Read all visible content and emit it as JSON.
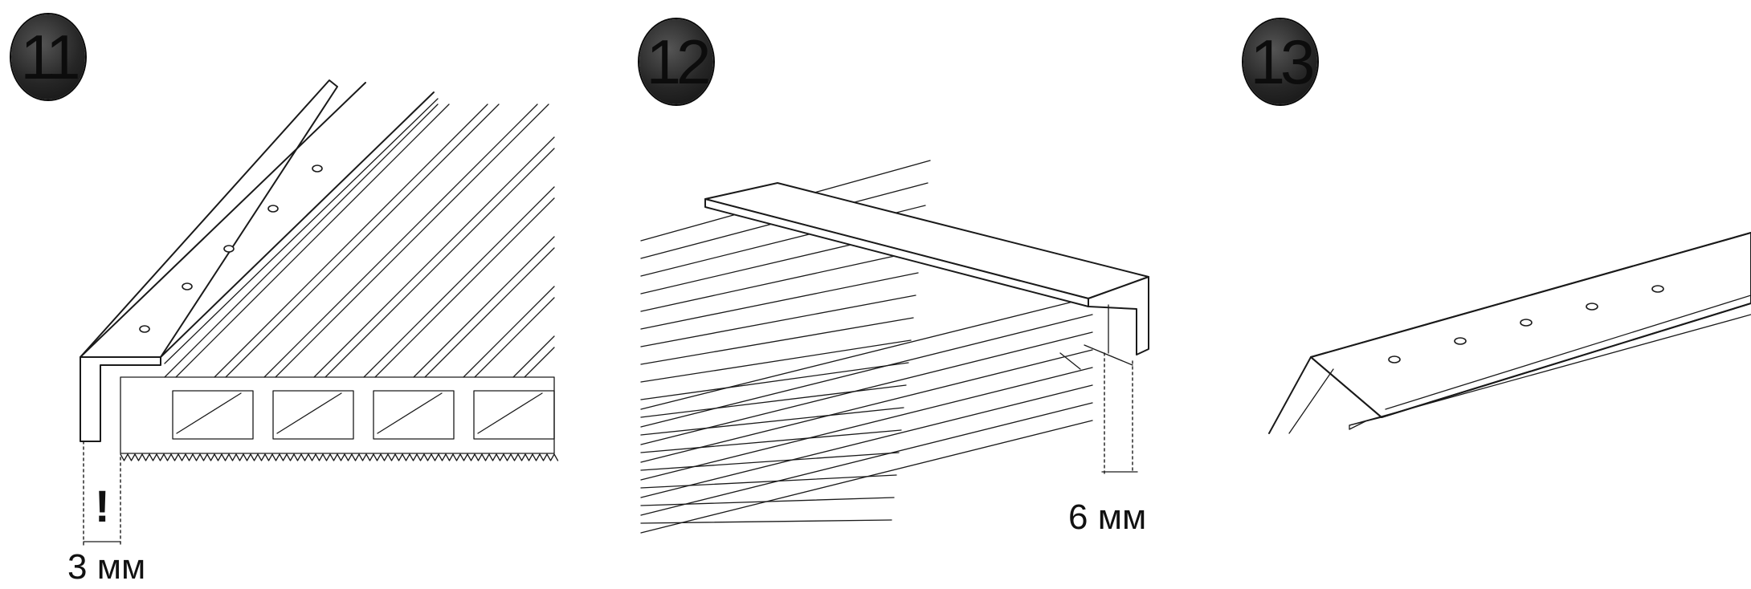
{
  "steps": [
    {
      "number": "11",
      "dimension": "3 мм",
      "warning": "!"
    },
    {
      "number": "12",
      "dimension": "6 мм"
    },
    {
      "number": "13"
    }
  ]
}
